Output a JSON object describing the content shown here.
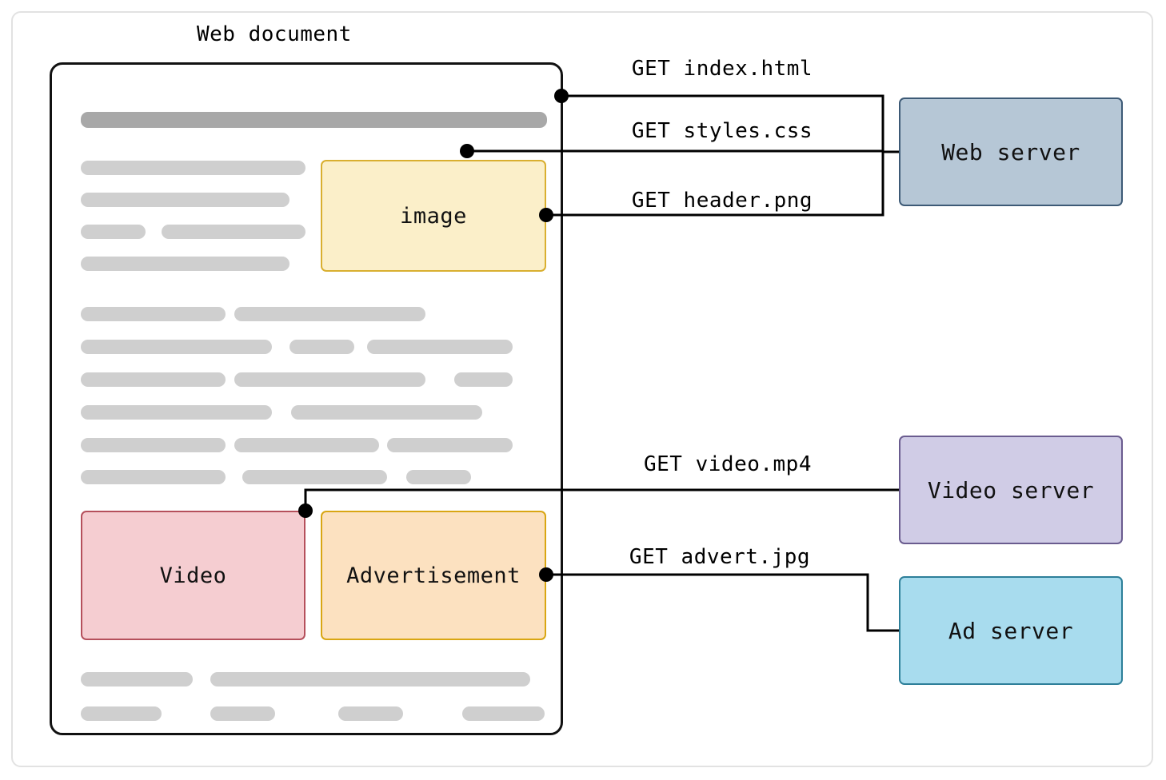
{
  "document": {
    "title": "Web document",
    "boxes": [
      {
        "name": "image",
        "label": "image"
      },
      {
        "name": "video",
        "label": "Video"
      },
      {
        "name": "advertisement",
        "label": "Advertisement"
      }
    ]
  },
  "servers": [
    {
      "name": "web-server",
      "label": "Web server",
      "fill": "#b6c7d6",
      "stroke": "#3d5a76"
    },
    {
      "name": "video-server",
      "label": "Video server",
      "fill": "#d0cce6",
      "stroke": "#6a5c8f"
    },
    {
      "name": "ad-server",
      "label": "Ad server",
      "fill": "#a8dcee",
      "stroke": "#2d7f99"
    }
  ],
  "requests": [
    {
      "name": "get-index-html",
      "label": "GET index.html",
      "target": "web-server"
    },
    {
      "name": "get-styles-css",
      "label": "GET styles.css",
      "target": "web-server"
    },
    {
      "name": "get-header-png",
      "label": "GET header.png",
      "target": "web-server"
    },
    {
      "name": "get-video-mp4",
      "label": "GET video.mp4",
      "target": "video-server"
    },
    {
      "name": "get-advert-jpg",
      "label": "GET advert.jpg",
      "target": "ad-server"
    }
  ],
  "colors": {
    "wire": "#000000",
    "skeleton_text": "#cfcfcf",
    "skeleton_header": "#a8a8a8",
    "doc_border": "#111111",
    "canvas_border": "#e2e2e2"
  }
}
